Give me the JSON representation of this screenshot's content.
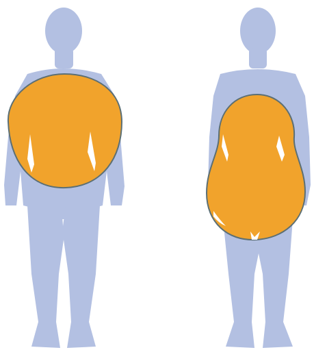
{
  "figure": {
    "type": "body-shape-illustration",
    "colors": {
      "background": "#ffffff",
      "silhouette": "#b3c0e2",
      "fat_fill": "#f1a32c",
      "fat_outline": "#5c6f74",
      "highlight": "#ffffff"
    },
    "figures": [
      {
        "id": "apple",
        "fat_region": "midsection"
      },
      {
        "id": "pear",
        "fat_region": "hips-and-thighs"
      }
    ]
  }
}
